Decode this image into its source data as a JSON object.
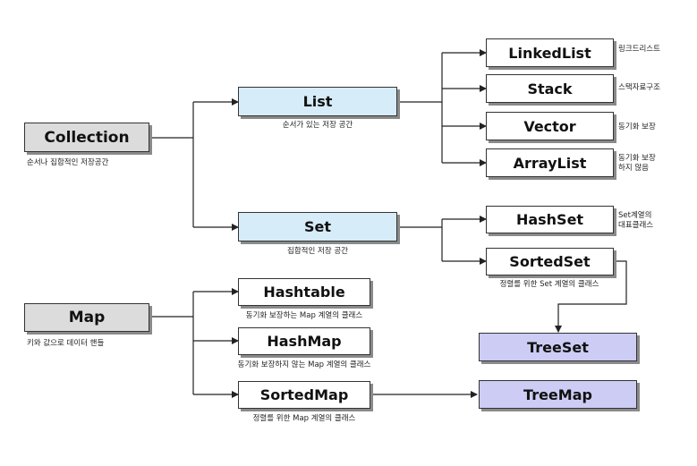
{
  "nodes": {
    "collection": {
      "label": "Collection",
      "note": "순서나 집합적인 저장공간"
    },
    "map": {
      "label": "Map",
      "note": "키와 값으로 데이터 핸들"
    },
    "list": {
      "label": "List",
      "note": "순서가 있는 저장 공간"
    },
    "set": {
      "label": "Set",
      "note": "집합적인 저장 공간"
    },
    "hashtable": {
      "label": "Hashtable",
      "note": "동기화 보장하는 Map 계열의 클래스"
    },
    "hashmap": {
      "label": "HashMap",
      "note": "동기화 보장하지 않는 Map 계열의 클래스"
    },
    "sortedmap": {
      "label": "SortedMap",
      "note": "정렬를 위한 Map 계열의 클래스"
    },
    "linkedlist": {
      "label": "LinkedList",
      "note": "링크드리스트"
    },
    "stack": {
      "label": "Stack",
      "note": "스택자료구조"
    },
    "vector": {
      "label": "Vector",
      "note": "동기화 보장"
    },
    "arraylist": {
      "label": "ArrayList",
      "note_line1": "동기화 보장",
      "note_line2": "하지 않음"
    },
    "hashset": {
      "label": "HashSet",
      "note_line1": "Set계열의",
      "note_line2": "대표클래스"
    },
    "sortedset": {
      "label": "SortedSet",
      "note": "정렬를 위한 Set 계열의 클래스"
    },
    "treeset": {
      "label": "TreeSet"
    },
    "treemap": {
      "label": "TreeMap"
    }
  },
  "colors": {
    "root_fill": "#dcdcdc",
    "interface_fill": "#d6ecf8",
    "class_fill": "#ffffff",
    "tree_fill": "#ccccf4",
    "border": "#333333",
    "shadow": "#8a8a8a",
    "connector": "#222222"
  }
}
